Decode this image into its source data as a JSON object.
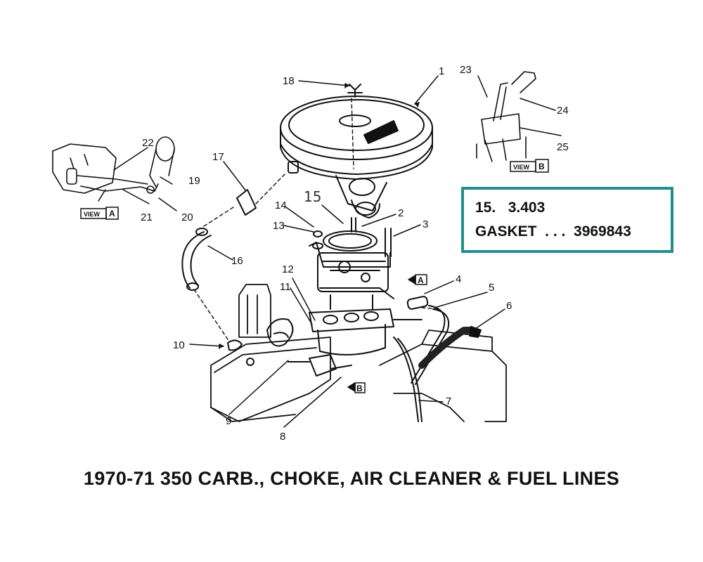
{
  "caption": "1970-71 350 CARB., CHOKE, AIR CLEANER & FUEL LINES",
  "info_box": {
    "line1": "15.   3.403",
    "line2": "GASKET  . . .  3969843",
    "border_color": "#1f8f8f"
  },
  "handwritten_label": "15",
  "views": {
    "a": {
      "word": "VIEW",
      "letter": "A"
    },
    "b": {
      "word": "VIEW",
      "letter": "B"
    }
  },
  "view_markers": {
    "a": "A",
    "b": "B"
  },
  "callouts": [
    "1",
    "2",
    "3",
    "4",
    "5",
    "6",
    "7",
    "8",
    "9",
    "10",
    "11",
    "12",
    "13",
    "14",
    "16",
    "17",
    "18",
    "19",
    "20",
    "21",
    "22",
    "23",
    "24",
    "25"
  ]
}
